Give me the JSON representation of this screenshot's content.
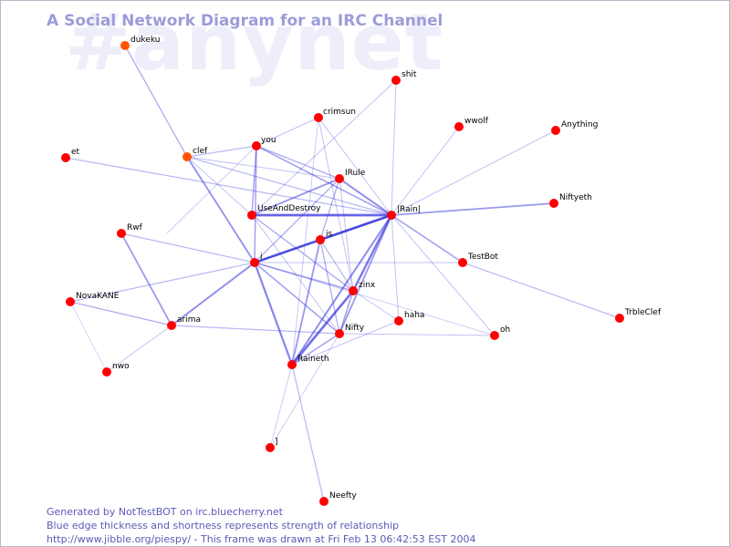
{
  "watermark": "#anynet",
  "title": "A Social Network Diagram for an IRC Channel",
  "footer": {
    "line1": "Generated by NotTestBOT on irc.bluecherry.net",
    "line2": "Blue edge thickness and shortness represents strength of relationship",
    "line3": "http://www.jibble.org/piespy/ - This frame was drawn at Fri Feb 13 06:42:53 EST 2004"
  },
  "colors": {
    "node_active": "#ff0000",
    "node_idle": "#ff5500",
    "edge": "#3333dd",
    "title": "#9c9cd9",
    "footer": "#5a5ab8"
  }
}
